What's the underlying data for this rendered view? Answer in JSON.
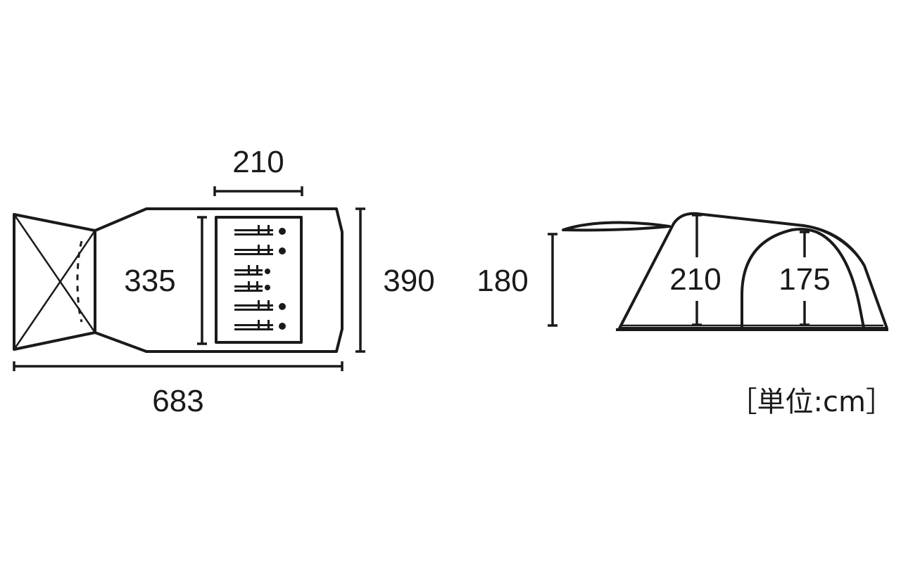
{
  "plan_view": {
    "width_label": "683",
    "inner_width_label": "210",
    "front_depth_label": "335",
    "overall_depth_label": "390"
  },
  "side_view": {
    "canopy_height_label": "180",
    "max_height_label": "210",
    "inner_height_label": "175"
  },
  "unit_label": "［単位:cm］",
  "colors": {
    "line": "#1a1a1a",
    "background": "#ffffff"
  }
}
